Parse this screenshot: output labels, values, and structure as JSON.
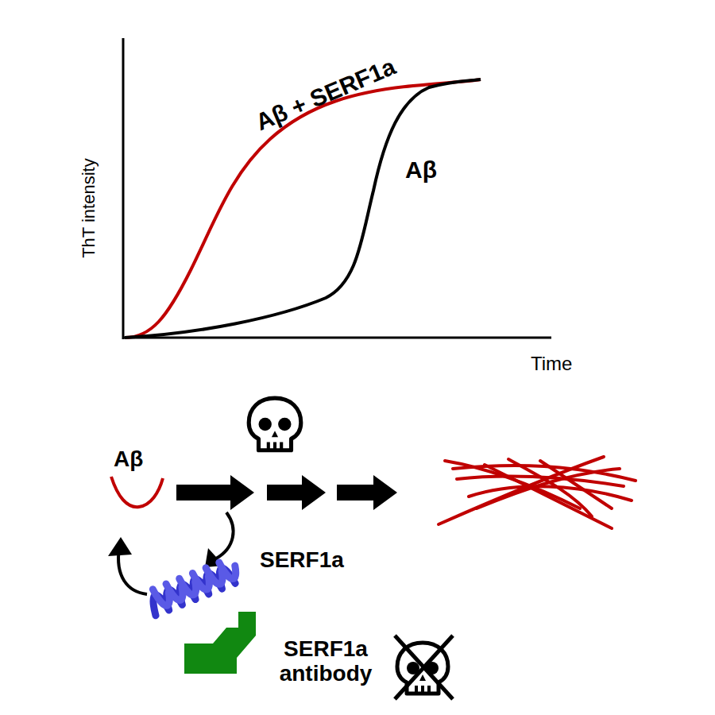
{
  "diagram": {
    "labels": [
      "ThT intensity",
      "Time",
      "Aβ + SERF1a",
      "Aβ",
      "Aβ",
      "SERF1a",
      "SERF1a antibody"
    ]
  }
}
